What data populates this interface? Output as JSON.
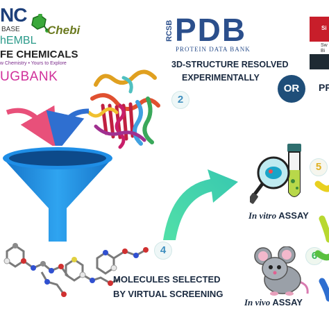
{
  "sources": {
    "zinc": "NC",
    "zinc_sub": "BASE",
    "chebi": "Chebi",
    "chembl": "hEMBL",
    "lifechem": "FE CHEMICALS",
    "lifechem_tag": "w Chemistry • Yours to Explore",
    "drugbank": "UGBANK"
  },
  "pdb": {
    "rcsb": "RCSB",
    "logo": "PDB",
    "subtitle": "PROTEIN DATA BANK",
    "caption_line1": "3D-STRUCTURE RESOLVED",
    "caption_line2": "EXPERIMENTALLY"
  },
  "or_label": "OR",
  "pr_label": "PR",
  "step_numbers": {
    "s2": "2",
    "s4": "4",
    "s5": "5",
    "s6": "6"
  },
  "screening": {
    "line1": "MOLECULES SELECTED",
    "line2": "BY VIRTUAL SCREENING"
  },
  "invitro": {
    "italic": "In vitro",
    "rest": " ASSAY"
  },
  "invivo": {
    "italic": "In vivo",
    "rest": " ASSAY"
  },
  "corner": {
    "line1": "Si",
    "line2": "Sw",
    "line3": "Bi"
  },
  "colors": {
    "pdb_blue": "#2b4f8c",
    "funnel_blue": "#1e8fe0",
    "arrow_pink": "#e8507a",
    "arrow_blue": "#2f6fd0",
    "arrow_teal": "#3fd0a0"
  }
}
